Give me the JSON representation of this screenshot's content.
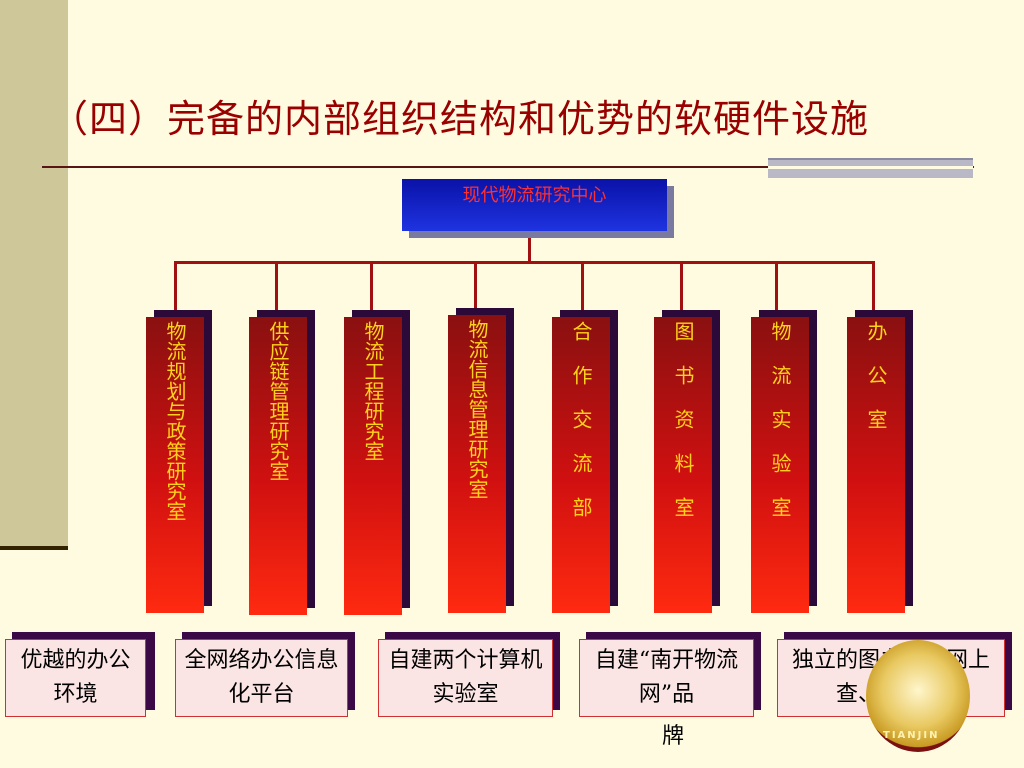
{
  "title": "（四）完备的内部组织结构和优势的软硬件设施",
  "org": {
    "root": "现代物流研究中心",
    "departments": [
      "物流规划与政策研究室",
      "供应链管理研究室",
      "物流工程研究室",
      "物流信息管理研究室",
      "合 作 交 流 部",
      "图 书 资 料 室",
      "物 流 实 验 室",
      "办 公 室"
    ]
  },
  "features": [
    "优越的办公环境",
    "全网络办公信息化平台",
    "自建两个计算机实验室",
    "自建“南开物流网”品",
    "独立的图书资料网上查、借系统"
  ],
  "overflow_text": "牌",
  "seal_text": "TIANJIN",
  "colors": {
    "title": "#990000",
    "root_bg": "#1428c8",
    "root_text": "#ff3030",
    "dept_text": "#ffd21a",
    "connector": "#a01010"
  }
}
